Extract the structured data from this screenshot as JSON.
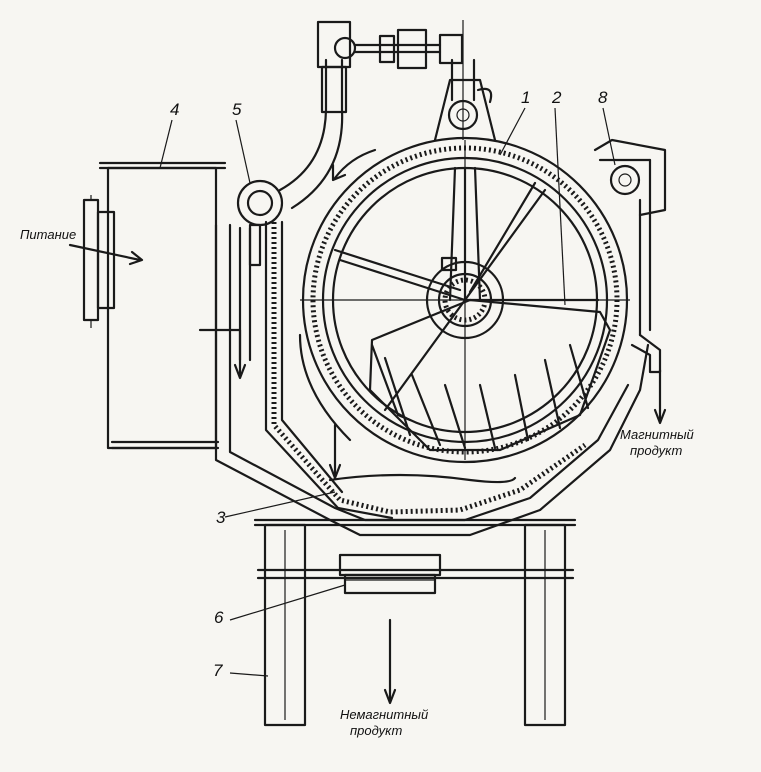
{
  "labels": {
    "n1": "1",
    "n2": "2",
    "n3": "3",
    "n4": "4",
    "n5": "5",
    "n6": "6",
    "n7": "7",
    "n8": "8",
    "feed": "Питание",
    "magnetic_1": "Магнитный",
    "magnetic_2": "продукт",
    "nonmagnetic_1": "Немагнитный",
    "nonmagnetic_2": "продукт"
  }
}
